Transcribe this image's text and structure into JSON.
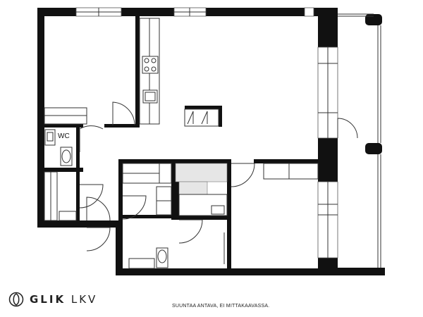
{
  "plan": {
    "wc_label": "WC"
  },
  "brand": {
    "name_bold": "GLIK",
    "name_light": "LKV",
    "icon": "glik-swirl-icon"
  },
  "footer": {
    "note": "SUUNTAA ANTAVA, EI MITTAKAAVASSA."
  }
}
